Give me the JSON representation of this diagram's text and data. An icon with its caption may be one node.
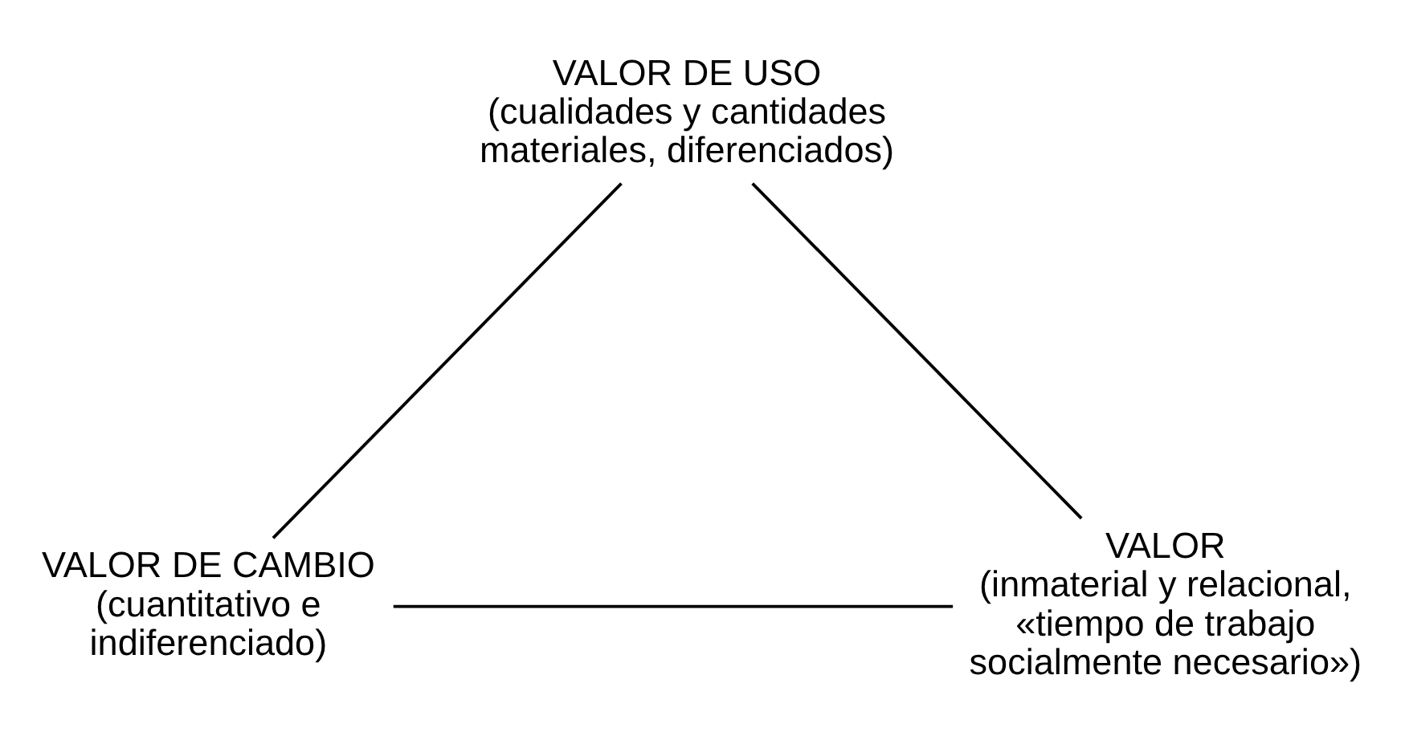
{
  "diagram": {
    "nodes": [
      {
        "text": [
          "VALOR DE USO",
          "(cualidades y cantidades materiales, diferenciados)"
        ]
      },
      {
        "text": [
          "VALOR DE CAMBIO",
          "(cuantitativo e indiferenciado)"
        ]
      },
      {
        "text": [
          "VALOR",
          "(inmaterial y relacional, «tiempo de trabajo socialmente necesario»)"
        ]
      }
    ],
    "edges": [
      {
        "from": 0,
        "to": 1,
        "arrow": "none"
      },
      {
        "from": 0,
        "to": 2,
        "arrow": "none"
      },
      {
        "from": 1,
        "to": 2,
        "arrow": "none"
      }
    ]
  }
}
